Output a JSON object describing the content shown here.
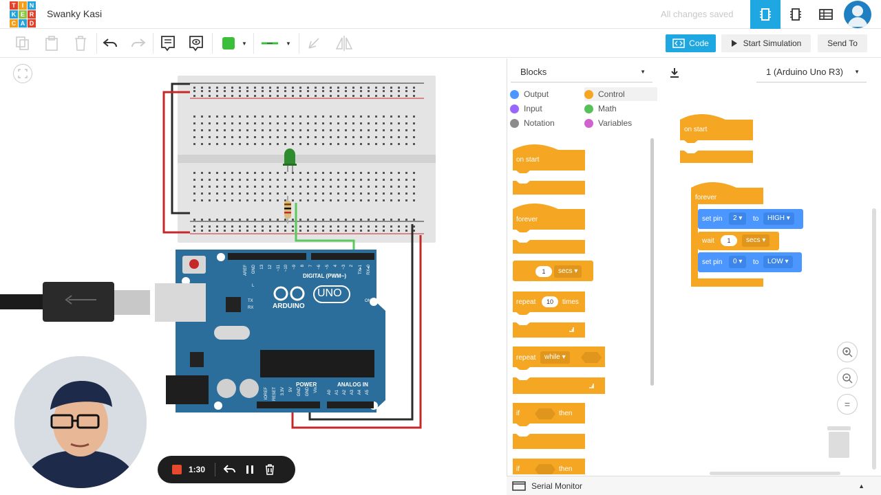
{
  "header": {
    "logo_letters": [
      "T",
      "I",
      "N",
      "K",
      "E",
      "R",
      "C",
      "A",
      "D"
    ],
    "project_title": "Swanky Kasi",
    "save_status": "All changes saved",
    "icons": [
      "circuit-view-icon",
      "schematic-view-icon",
      "component-list-icon",
      "user-avatar-icon"
    ]
  },
  "toolbar": {
    "icons": [
      "copy-icon",
      "paste-icon",
      "delete-icon",
      "undo-icon",
      "redo-icon",
      "notes-icon",
      "notes-visibility-icon",
      "color-picker",
      "wire-type-picker",
      "rotate-icon",
      "mirror-icon"
    ],
    "color_swatch": "#3bbf3b",
    "code_label": "Code",
    "start_sim_label": "Start Simulation",
    "send_to_label": "Send To"
  },
  "board": {
    "arduino_label": "ARDUINO",
    "uno_label": "UNO",
    "digital_label": "DIGITAL (PWM~)",
    "power_label": "POWER",
    "analog_label": "ANALOG IN",
    "on_label": "ON",
    "l_label": "L",
    "tx_label": "TX",
    "rx_label": "RX",
    "digital_pins": [
      "AREF",
      "GND",
      "13",
      "12",
      "~11",
      "~10",
      "~9",
      "8",
      "7",
      "~6",
      "~5",
      "4",
      "~3",
      "2",
      "TX▸1",
      "RX◂0"
    ],
    "power_pins": [
      "IOREF",
      "RESET",
      "3.3V",
      "5V",
      "GND",
      "GND",
      "Vin"
    ],
    "analog_pins": [
      "A0",
      "A1",
      "A2",
      "A3",
      "A4",
      "A5"
    ]
  },
  "code_panel": {
    "mode_select": "Blocks",
    "device_select": "1 (Arduino Uno R3)",
    "categories": [
      {
        "label": "Output",
        "color": "#4c97ff"
      },
      {
        "label": "Control",
        "color": "#f5a623"
      },
      {
        "label": "Input",
        "color": "#9966ff"
      },
      {
        "label": "Math",
        "color": "#59c059"
      },
      {
        "label": "Notation",
        "color": "#8c8c8c"
      },
      {
        "label": "Variables",
        "color": "#cf63cf"
      }
    ],
    "palette": {
      "on_start": "on start",
      "forever": "forever",
      "wait_value": "1",
      "wait_unit": "secs",
      "repeat_label": "repeat",
      "repeat_count": "10",
      "repeat_times": "times",
      "repeat_while_label": "repeat",
      "repeat_while_mode": "while",
      "if_label": "if",
      "then_label": "then",
      "if2_label": "if",
      "then2_label": "then"
    },
    "workspace": {
      "on_start": "on start",
      "forever": "forever",
      "set_pin_1": {
        "label": "set pin",
        "pin": "2",
        "to": "to",
        "value": "HIGH"
      },
      "wait": {
        "label": "wait",
        "value": "1",
        "unit": "secs"
      },
      "set_pin_2": {
        "label": "set pin",
        "pin": "0",
        "to": "to",
        "value": "LOW"
      }
    },
    "serial_monitor": "Serial Monitor"
  },
  "recorder": {
    "time": "1:30"
  },
  "colors": {
    "accent": "#1ea7e1",
    "control_block": "#f5a623",
    "output_block": "#4c97ff",
    "arduino_board": "#2c6e9b"
  }
}
